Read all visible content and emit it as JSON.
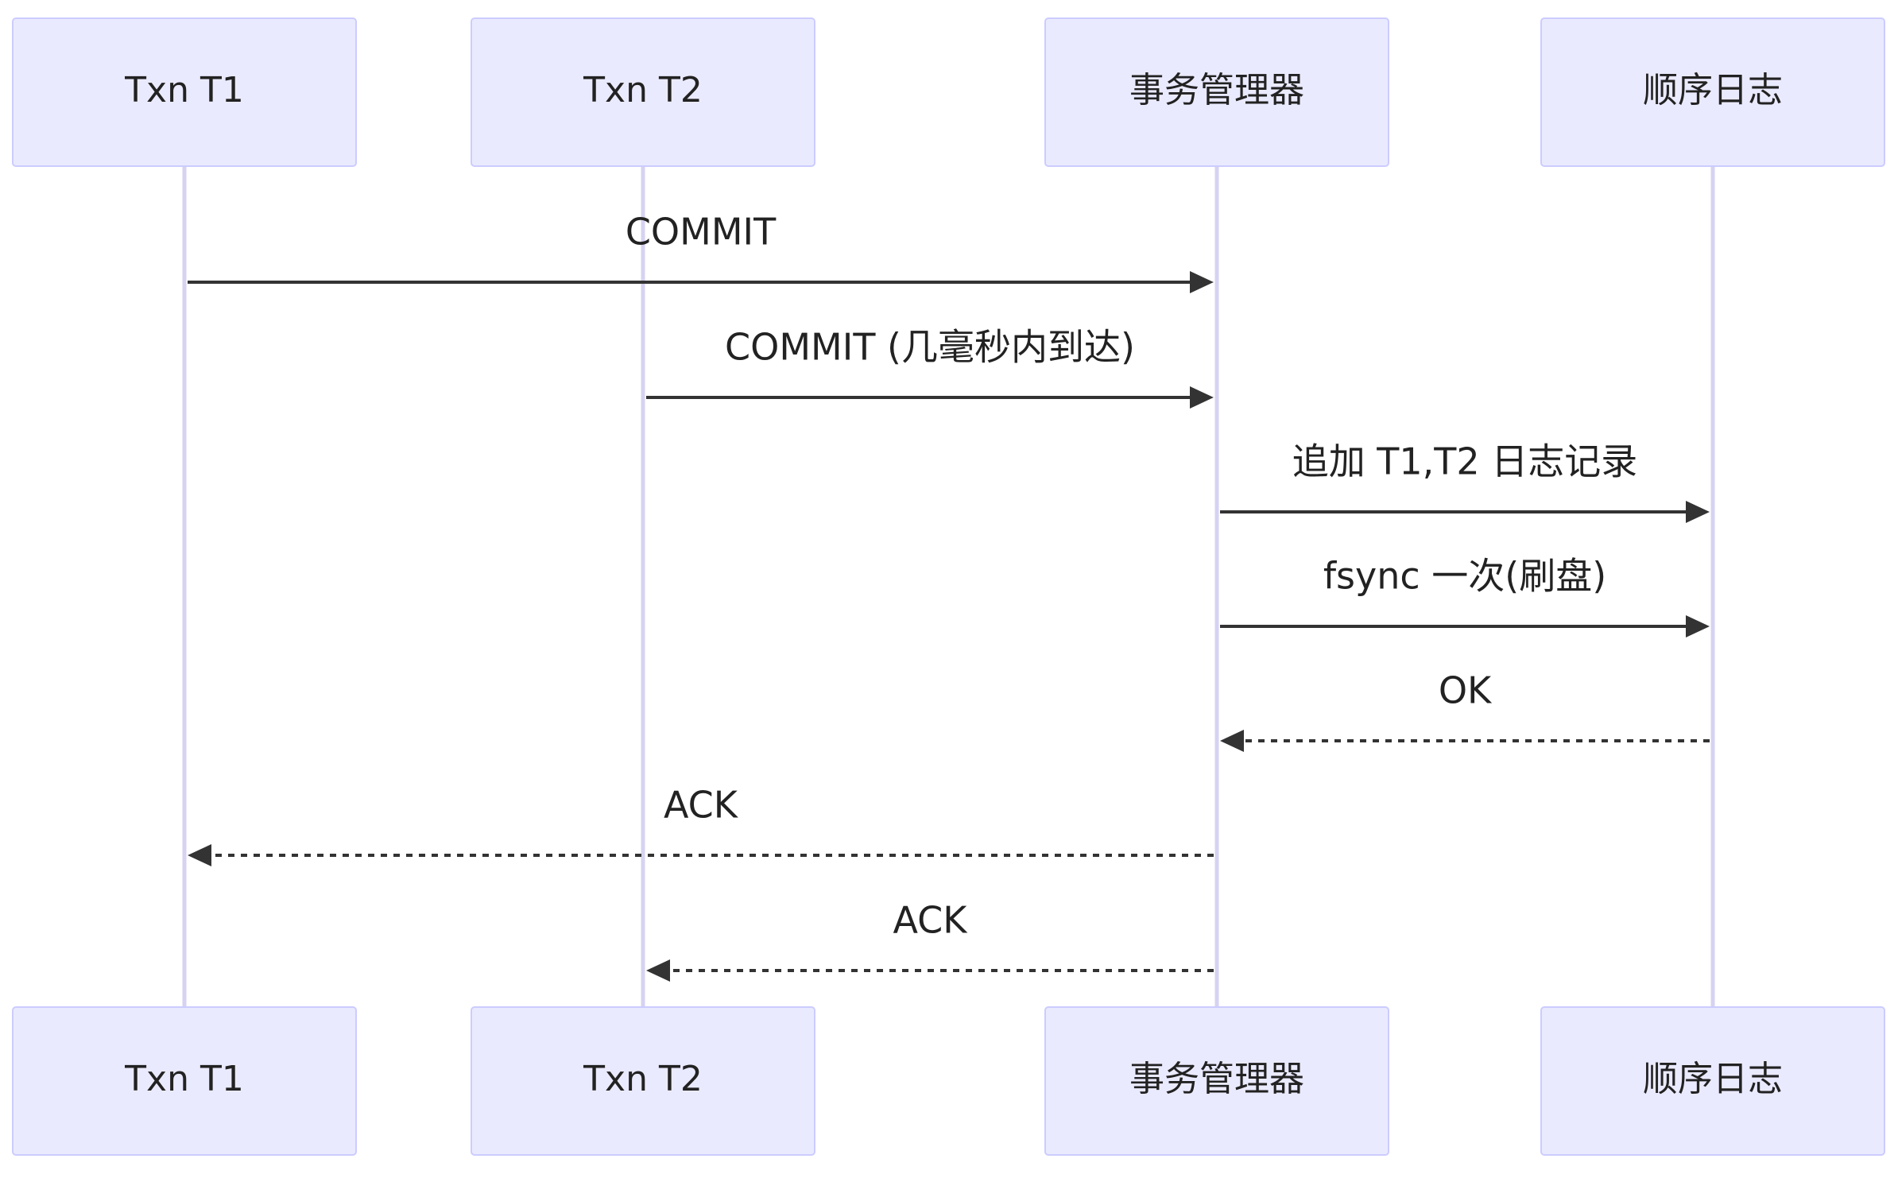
{
  "participants": [
    {
      "id": "t1",
      "label": "Txn T1"
    },
    {
      "id": "t2",
      "label": "Txn T2"
    },
    {
      "id": "tm",
      "label": "事务管理器"
    },
    {
      "id": "log",
      "label": "顺序日志"
    }
  ],
  "messages": [
    {
      "from": "t1",
      "to": "tm",
      "label": "COMMIT",
      "style": "solid"
    },
    {
      "from": "t2",
      "to": "tm",
      "label": "COMMIT (几毫秒内到达)",
      "style": "solid"
    },
    {
      "from": "tm",
      "to": "log",
      "label": "追加 T1,T2 日志记录",
      "style": "solid"
    },
    {
      "from": "tm",
      "to": "log",
      "label": "fsync 一次(刷盘)",
      "style": "solid"
    },
    {
      "from": "log",
      "to": "tm",
      "label": "OK",
      "style": "dashed"
    },
    {
      "from": "tm",
      "to": "t1",
      "label": "ACK",
      "style": "dashed"
    },
    {
      "from": "tm",
      "to": "t2",
      "label": "ACK",
      "style": "dashed"
    }
  ],
  "colors": {
    "actor_fill": "#eaeaff",
    "actor_stroke": "#ccccff",
    "lifeline": "#d6d2f2",
    "arrow": "#333333",
    "text": "#222222"
  }
}
